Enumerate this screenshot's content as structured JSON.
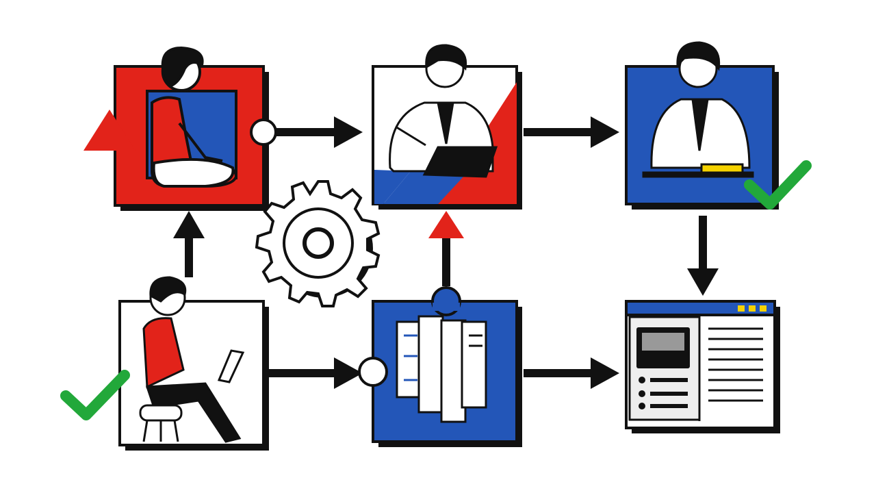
{
  "colors": {
    "red": "#e2231a",
    "blue": "#2356b8",
    "black": "#111111",
    "green": "#22a83a",
    "yellow": "#f5d200",
    "skin": "#ffffff",
    "background": "#ffffff"
  },
  "panels": [
    {
      "id": "patient-seated",
      "icon": "person-seated-icon",
      "fill": "red"
    },
    {
      "id": "doctor-laptop",
      "icon": "doctor-laptop-icon",
      "fill": "white"
    },
    {
      "id": "doctor-desk",
      "icon": "doctor-desk-icon",
      "fill": "blue"
    },
    {
      "id": "person-laptop",
      "icon": "person-laptop-icon",
      "fill": "white"
    },
    {
      "id": "documents",
      "icon": "documents-icon",
      "fill": "blue"
    },
    {
      "id": "browser-window",
      "icon": "browser-window-icon",
      "fill": "white"
    }
  ],
  "decorations": [
    "gear-icon",
    "warning-triangle-icon",
    "checkmark-icon"
  ]
}
